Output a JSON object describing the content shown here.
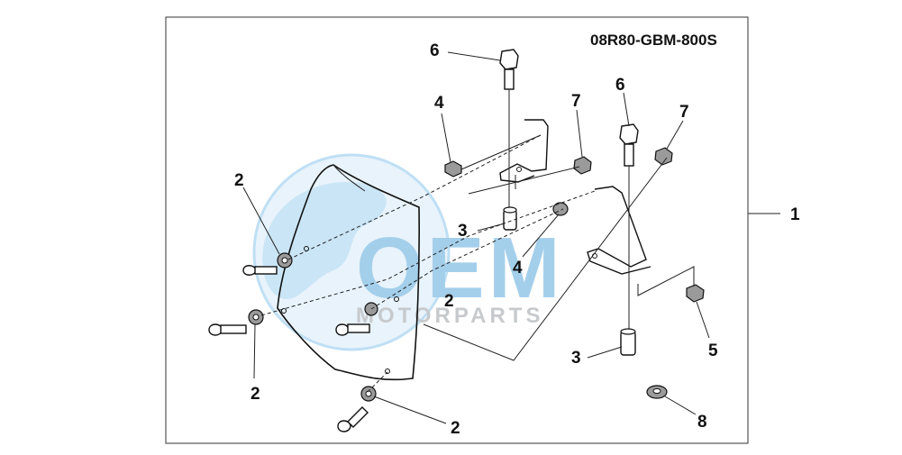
{
  "part_code": "08R80-GBM-800S",
  "watermark": {
    "logo_text": "OEM",
    "sub_text": "MOTORPARTS",
    "colors": {
      "blue": "#6fb6e6",
      "gray": "#9aa0a6"
    }
  },
  "callouts": {
    "c1": "1",
    "c2a": "2",
    "c2b": "2",
    "c2c": "2",
    "c2d": "2",
    "c3a": "3",
    "c3b": "3",
    "c4a": "4",
    "c4b": "4",
    "c5": "5",
    "c6a": "6",
    "c6b": "6",
    "c7a": "7",
    "c7b": "7",
    "c8": "8"
  }
}
